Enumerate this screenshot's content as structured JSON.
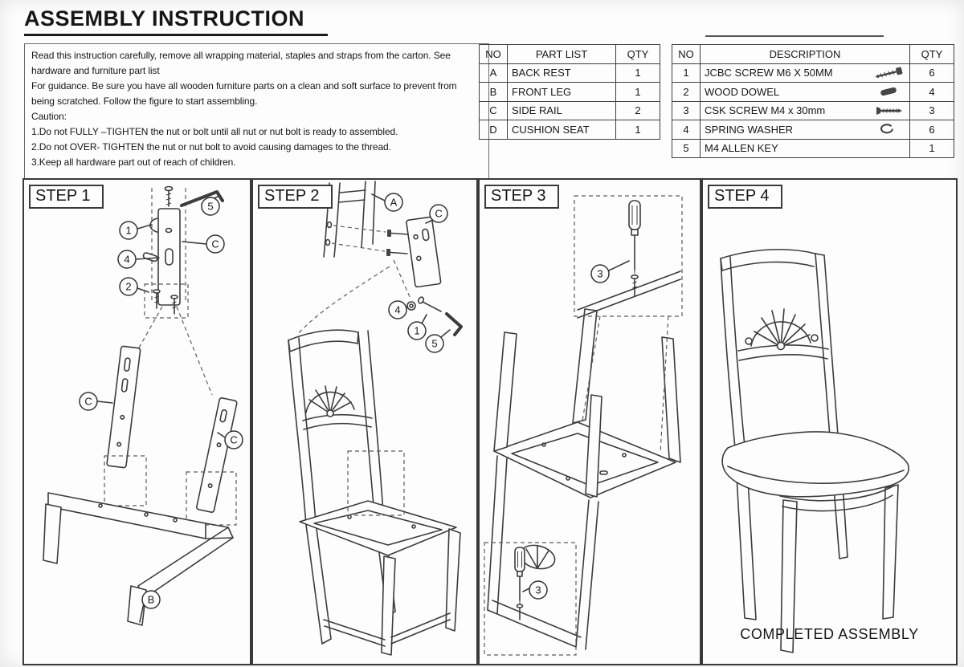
{
  "title": "ASSEMBLY INSTRUCTION",
  "notes": {
    "lines": [
      "Read this instruction carefully, remove all wrapping material, staples and straps from the carton. See",
      "hardware and furniture part list",
      "For guidance. Be sure you have all wooden furniture parts on a clean and soft surface to prevent from",
      "being scratched. Follow the figure to start assembling.",
      "Caution:",
      "1.Do not FULLY –TIGHTEN the nut or bolt until all nut or nut bolt is ready to assembled.",
      "2.Do not OVER- TIGHTEN the nut or nut bolt to avoid causing damages to the thread.",
      "3.Keep all hardware part out of reach of children."
    ]
  },
  "part_list": {
    "headers": {
      "no": "NO",
      "name": "PART LIST",
      "qty": "QTY"
    },
    "rows": [
      {
        "no": "A",
        "name": "BACK REST",
        "qty": "1"
      },
      {
        "no": "B",
        "name": "FRONT LEG",
        "qty": "1"
      },
      {
        "no": "C",
        "name": "SIDE RAIL",
        "qty": "2"
      },
      {
        "no": "D",
        "name": "CUSHION SEAT",
        "qty": "1"
      }
    ]
  },
  "hardware": {
    "headers": {
      "no": "NO",
      "desc": "DESCRIPTION",
      "qty": "QTY"
    },
    "rows": [
      {
        "no": "1",
        "desc": "JCBC SCREW M6 X 50MM",
        "icon": "jcbc-screw-icon",
        "qty": "6"
      },
      {
        "no": "2",
        "desc": "WOOD DOWEL",
        "icon": "wood-dowel-icon",
        "qty": "4"
      },
      {
        "no": "3",
        "desc": "CSK SCREW M4 x 30mm",
        "icon": "csk-screw-icon",
        "qty": "3"
      },
      {
        "no": "4",
        "desc": "SPRING WASHER",
        "icon": "spring-washer-icon",
        "qty": "6"
      },
      {
        "no": "5",
        "desc": "M4 ALLEN KEY",
        "icon": "",
        "qty": "1"
      }
    ]
  },
  "steps": [
    {
      "label": "STEP 1",
      "callouts": [
        "5",
        "1",
        "4",
        "2",
        "C",
        "C",
        "C",
        "B"
      ]
    },
    {
      "label": "STEP 2",
      "callouts": [
        "A",
        "C",
        "4",
        "1",
        "5"
      ]
    },
    {
      "label": "STEP 3",
      "callouts": [
        "3",
        "3"
      ]
    },
    {
      "label": "STEP 4",
      "callouts": [],
      "caption": "COMPLETED ASSEMBLY"
    }
  ]
}
